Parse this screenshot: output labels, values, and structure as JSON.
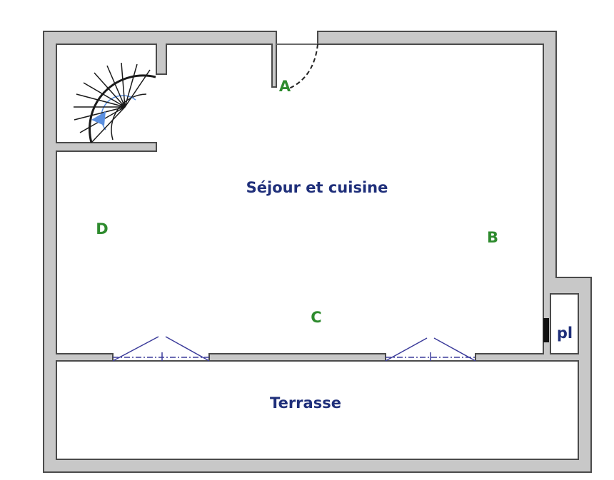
{
  "plan": {
    "rooms": {
      "main": "Séjour et cuisine",
      "terrace": "Terrasse",
      "closet": "pl"
    },
    "wall_labels": {
      "a": "A",
      "b": "B",
      "c": "C",
      "d": "D"
    },
    "colors": {
      "wall_fill": "#c8c8c8",
      "wall_outline": "#4a4a4a",
      "room_label": "#1f2f7a",
      "wall_label": "#2e8b2e",
      "opening": "#3b3b9a",
      "stair_arrow": "#5a8fe0"
    }
  }
}
